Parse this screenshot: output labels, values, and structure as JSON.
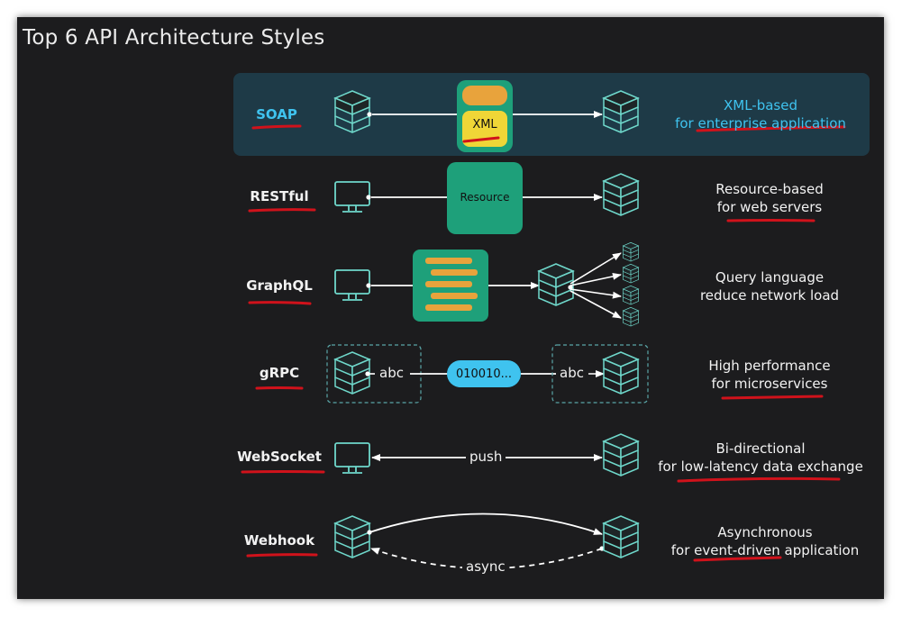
{
  "title": "Top 6 API Architecture Styles",
  "styles": [
    {
      "name": "SOAP",
      "desc_line1": "XML-based",
      "desc_line2": "for enterprise application",
      "chip": "XML"
    },
    {
      "name": "RESTful",
      "desc_line1": "Resource-based",
      "desc_line2": "for web servers",
      "chip": "Resource"
    },
    {
      "name": "GraphQL",
      "desc_line1": "Query language",
      "desc_line2": "reduce network load"
    },
    {
      "name": "gRPC",
      "desc_line1": "High performance",
      "desc_line2": "for microservices",
      "left_label": "abc",
      "chip": "010010...",
      "right_label": "abc"
    },
    {
      "name": "WebSocket",
      "desc_line1": "Bi-directional",
      "desc_line2": "for low-latency data exchange",
      "arrow_label": "push"
    },
    {
      "name": "Webhook",
      "desc_line1": "Asynchronous",
      "desc_line2": "for event-driven application",
      "arrow_label": "async"
    }
  ],
  "colors": {
    "accent_teal": "#1ea07a",
    "accent_orange": "#e8a33c",
    "accent_blue": "#3fc3ef",
    "underline_red": "#d0121b",
    "soap_band": "#1e3a47"
  },
  "icons": [
    "server-stack-icon",
    "monitor-icon"
  ]
}
